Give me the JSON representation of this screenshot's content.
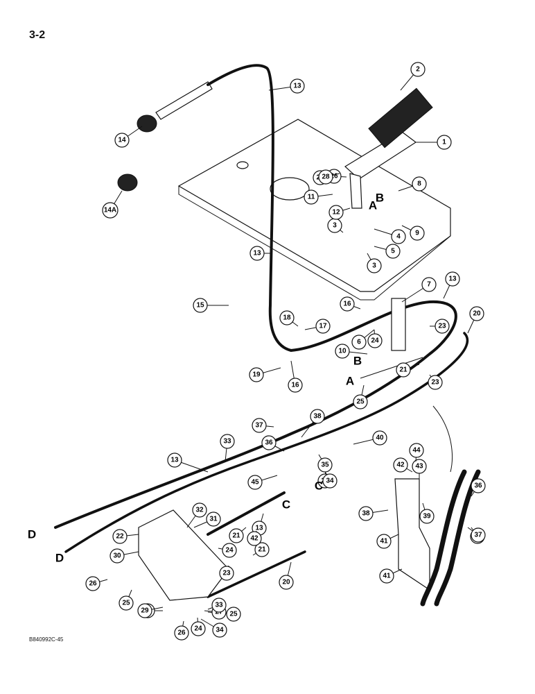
{
  "page": {
    "number": "3-2",
    "drawing_code": "B840992C-45"
  },
  "callouts": [
    "1",
    "2",
    "3",
    "3",
    "4",
    "5",
    "6",
    "7",
    "8",
    "9",
    "10",
    "11",
    "12",
    "13",
    "13",
    "13",
    "13",
    "13",
    "14",
    "14A",
    "15",
    "16",
    "16",
    "17",
    "18",
    "19",
    "20",
    "20",
    "21",
    "21",
    "21",
    "22",
    "23",
    "23",
    "23",
    "24",
    "24",
    "24",
    "25",
    "25",
    "25",
    "26",
    "26",
    "26",
    "26",
    "27",
    "27",
    "27",
    "28",
    "29",
    "30",
    "31",
    "32",
    "33",
    "33",
    "34",
    "34",
    "35",
    "35",
    "36",
    "36",
    "37",
    "37",
    "38",
    "38",
    "39",
    "40",
    "41",
    "41",
    "42",
    "42",
    "43",
    "44",
    "45"
  ],
  "letters": [
    "A",
    "A",
    "B",
    "B",
    "C",
    "C",
    "D",
    "D"
  ]
}
